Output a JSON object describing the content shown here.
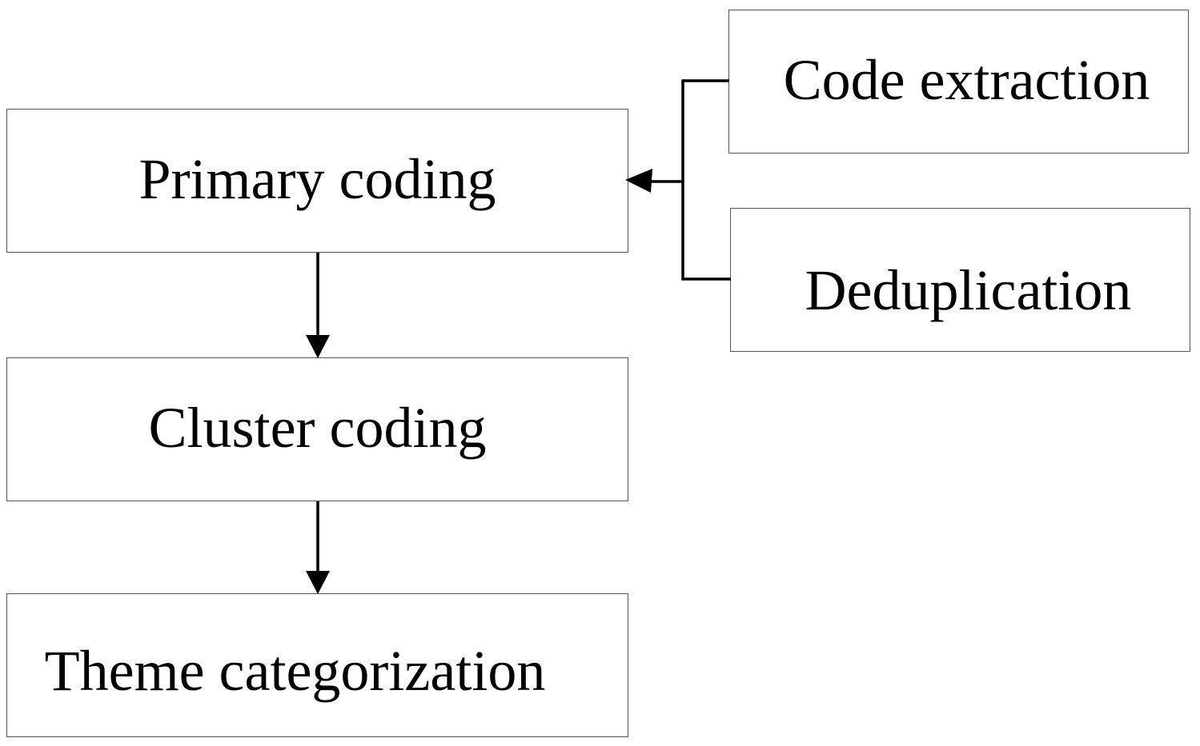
{
  "diagram": {
    "nodes": {
      "primary_coding": "Primary coding",
      "cluster_coding": "Cluster coding",
      "theme_categorization": "Theme categorization",
      "code_extraction": "Code extraction",
      "deduplication": "Deduplication"
    },
    "edges": [
      {
        "from": "primary_coding",
        "to": "cluster_coding"
      },
      {
        "from": "cluster_coding",
        "to": "theme_categorization"
      },
      {
        "from": "code_extraction",
        "to": "primary_coding"
      },
      {
        "from": "deduplication",
        "to": "primary_coding"
      }
    ],
    "colors": {
      "line": "#000000",
      "box_border": "#555555",
      "background": "#ffffff"
    }
  }
}
